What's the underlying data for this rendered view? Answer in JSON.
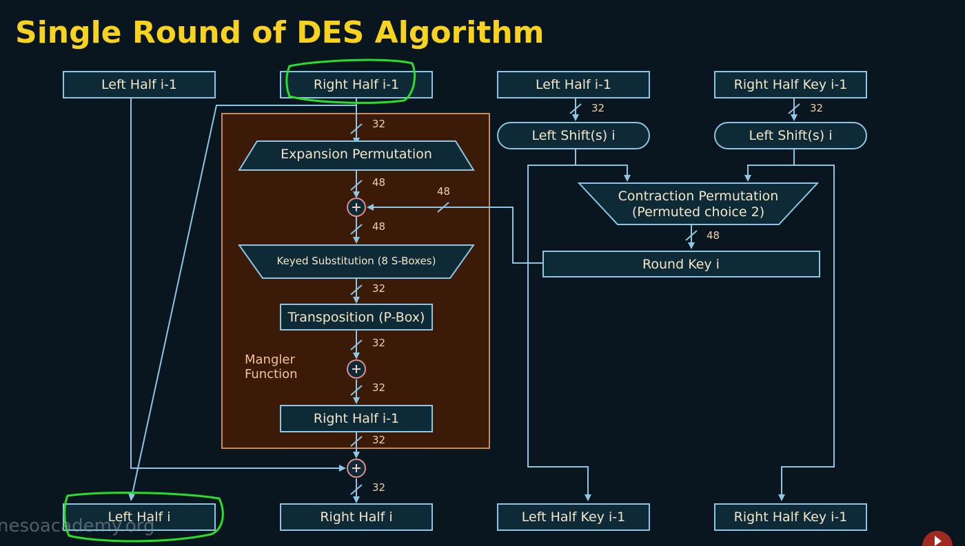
{
  "title": "Single Round of DES Algorithm",
  "boxes": {
    "left_half_prev": "Left Half i-1",
    "right_half_prev": "Right Half i-1",
    "key_left_half_prev": "Left Half i-1",
    "key_right_half_prev": "Right Half Key i-1",
    "expansion": "Expansion Permutation",
    "substitution": "Keyed Substitution (8 S-Boxes)",
    "transposition": "Transposition (P-Box)",
    "right_half_inner": "Right Half i-1",
    "left_shift_1": "Left Shift(s) i",
    "left_shift_2": "Left Shift(s) i",
    "contraction_line1": "Contraction Permutation",
    "contraction_line2": "(Permuted choice 2)",
    "round_key": "Round Key i",
    "left_half_out": "Left Half i",
    "right_half_out": "Right Half i",
    "key_left_out": "Left Half Key i-1",
    "key_right_out": "Right Half Key i-1"
  },
  "mangler_label_line1": "Mangler",
  "mangler_label_line2": "Function",
  "bit_labels": {
    "b1": "32",
    "b2": "48",
    "b3": "48",
    "b4": "48",
    "b5": "32",
    "b6": "32",
    "b7": "32",
    "b8": "32",
    "b9": "32",
    "k1": "32",
    "k2": "32",
    "k3": "48"
  },
  "watermark": "nesoacademy.org",
  "colors": {
    "title": "#f7d21f",
    "wire": "#8ec7e6",
    "highlight": "#27e02a",
    "mangler_bg": "#3b1b08"
  }
}
